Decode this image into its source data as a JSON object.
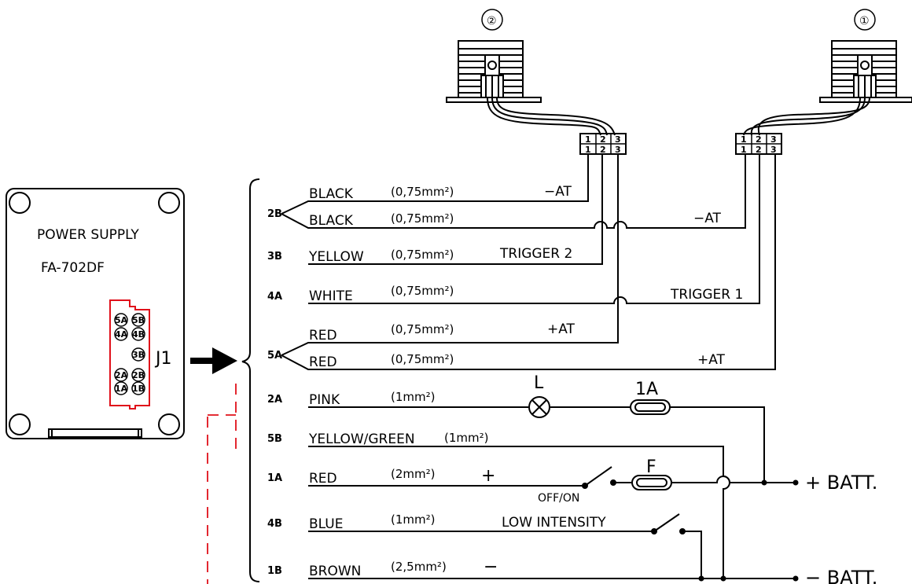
{
  "power_supply": {
    "title": "POWER SUPPLY",
    "model": "FA-702DF",
    "connector_label": "J1",
    "pins": [
      "5A",
      "5B",
      "4A",
      "4B",
      "3B",
      "2A",
      "2B",
      "1A",
      "1B"
    ]
  },
  "devices": {
    "left_marker": "②",
    "right_marker": "①",
    "terminal_numbers": [
      "1",
      "2",
      "3"
    ]
  },
  "wires": [
    {
      "pin": "2B",
      "color": "BLACK",
      "gauge": "(0,75mm²)",
      "signal": "−AT"
    },
    {
      "pin": "",
      "color": "BLACK",
      "gauge": "(0,75mm²)",
      "signal": "−AT"
    },
    {
      "pin": "3B",
      "color": "YELLOW",
      "gauge": "(0,75mm²)",
      "signal": "TRIGGER 2"
    },
    {
      "pin": "4A",
      "color": "WHITE",
      "gauge": "(0,75mm²)",
      "signal": "TRIGGER 1"
    },
    {
      "pin": "5A",
      "color": "RED",
      "gauge": "(0,75mm²)",
      "signal": "+AT"
    },
    {
      "pin": "",
      "color": "RED",
      "gauge": "(0,75mm²)",
      "signal": "+AT"
    },
    {
      "pin": "2A",
      "color": "PINK",
      "gauge": "(1mm²)",
      "signal": ""
    },
    {
      "pin": "5B",
      "color": "YELLOW/GREEN",
      "gauge": "(1mm²)",
      "signal": ""
    },
    {
      "pin": "1A",
      "color": "RED",
      "gauge": "(2mm²)",
      "signal": "+"
    },
    {
      "pin": "4B",
      "color": "BLUE",
      "gauge": "(1mm²)",
      "signal": "LOW INTENSITY"
    },
    {
      "pin": "1B",
      "color": "BROWN",
      "gauge": "(2,5mm²)",
      "signal": "−"
    }
  ],
  "components": {
    "lamp": "L",
    "fuse_pink": "1A",
    "fuse_main": "F",
    "switch_label": "OFF/ON"
  },
  "battery": {
    "plus": "+  BATT.",
    "minus": "−  BATT."
  },
  "colors": {
    "ink": "#000000",
    "connector_outline": "#e0101a",
    "dashed_line": "#e0101a"
  }
}
